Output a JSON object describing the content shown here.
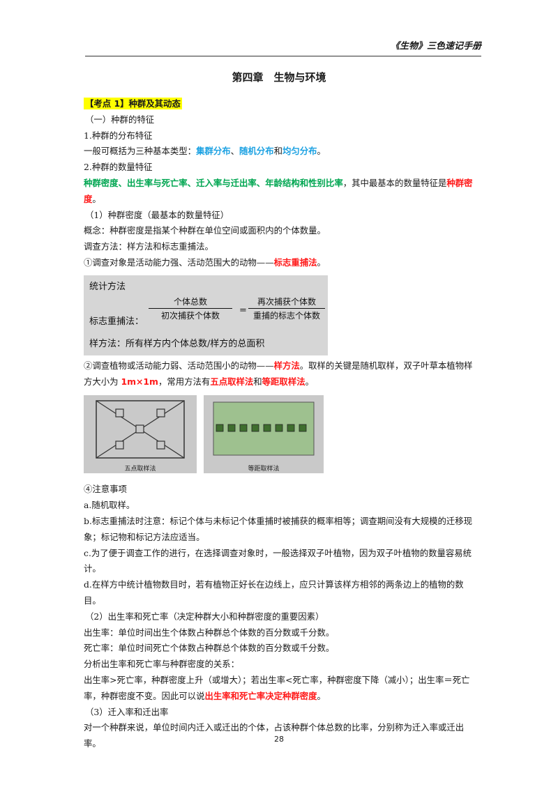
{
  "header": {
    "title": "《生物》三色速记手册"
  },
  "chapter": {
    "title": "第四章　生物与环境"
  },
  "kaodian": "【考点 1】种群及其动态",
  "lines": {
    "s1": "（一）种群的特征",
    "s1_1": "1.种群的分布特征",
    "dist_pre": "一般可概括为三种基本类型：",
    "dist_a": "集群分布",
    "dist_sep1": "、",
    "dist_b": "随机分布",
    "dist_sep2": "和",
    "dist_c": "均匀分布",
    "dist_end": "。",
    "s1_2": "2.种群的数量特征",
    "q_green": "种群密度、出生率与死亡率、迁入率与迁出率、年龄结构和性别比率",
    "q_mid": "，其中最基本的数量特征是",
    "q_red": "种群密度",
    "q_end": "。",
    "density_title": "（1）种群密度（最基本的数量特征）",
    "density_def": "概念：种群密度是指某个种群在单位空间或面积内的个体数量。",
    "method": "调查方法：样方法和标志重捕法。",
    "m1_pre": "①调查对象是活动能力强、活动范围大的动物——",
    "m1_red": "标志重捕法",
    "m1_end": "。",
    "m2_pre": "②调查植物或活动能力弱、活动范围小的动物——",
    "m2_red1": "样方法",
    "m2_mid1": "。取样的关键是随机取样，双子叶草本植物样方大小为 ",
    "m2_red2": "1m×1m",
    "m2_mid2": "，常用方法有",
    "m2_red3": "五点取样法",
    "m2_mid3": "和",
    "m2_red4": "等距取样法",
    "m2_end": "。",
    "note_title": "④注意事项",
    "note_a": "a.随机取样。",
    "note_b": "b.标志重捕法时注意：标记个体与未标记个体重捕时被捕获的概率相等；调查期间没有大规模的迁移现象；标记物和标记方法应适当。",
    "note_c": "c.为了便于调查工作的进行，在选择调查对象时，一般选择双子叶植物，因为双子叶植物的数量容易统计。",
    "note_d": "d.在样方中统计植物数目时，若有植物正好长在边线上，应只计算该样方相邻的两条边上的植物的数目。",
    "birth_title": "（2）出生率和死亡率（决定种群大小和种群密度的重要因素）",
    "birth_def": "出生率：单位时间出生个体数占种群总个体数的百分数或千分数。",
    "death_def": "死亡率：单位时间死亡个体数占种群总个体数的百分数或千分数。",
    "analysis": "分析出生率和死亡率与种群密度的关系：",
    "rel_pre": "出生率>死亡率，种群密度上升（或增大）；若出生率<死亡率，种群密度下降（减小）；出生率＝死亡率，种群密度不变。因此可以说",
    "rel_red": "出生率和死亡率决定种群密度",
    "rel_end": "。",
    "migr_title": "（3）迁入率和迁出率",
    "migr_def": "对一个种群来说，单位时间内迁入或迁出的个体，占该种群个体总数的比率，分别称为迁入率或迁出率。"
  },
  "formula": {
    "title": "统计方法",
    "label": "标志重捕法：",
    "num1": "个体总数",
    "den1": "初次捕获个体数",
    "eq": "=",
    "num2": "再次捕获个体数",
    "den2": "重捕的标志个体数",
    "sample": "样方法：所有样方内个体总数/样方的总面积"
  },
  "figures": {
    "five_point": "五点取样法",
    "equal_dist": "等距取样法"
  },
  "page_number": "28"
}
